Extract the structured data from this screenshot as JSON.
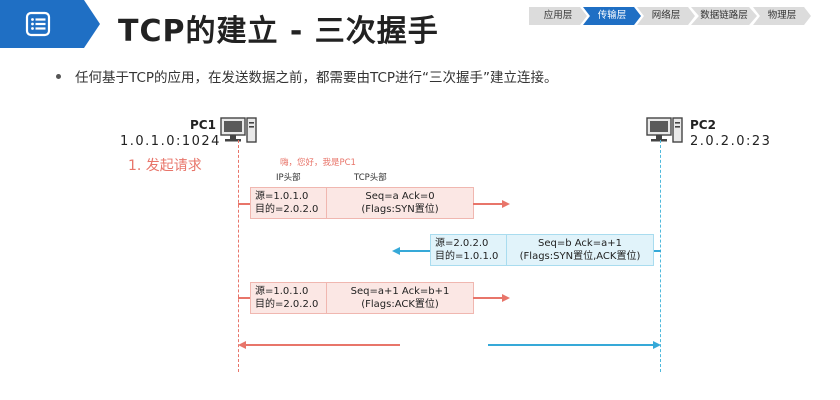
{
  "header": {
    "title": "TCP的建立 - 三次握手",
    "layers": [
      "应用层",
      "传输层",
      "网络层",
      "数据链路层",
      "物理层"
    ],
    "active_layer_index": 1
  },
  "bullet": "任何基于TCP的应用，在发送数据之前，都需要由TCP进行“三次握手”建立连接。",
  "pc1": {
    "name": "PC1",
    "address": "1.0.1.0:1024"
  },
  "pc2": {
    "name": "PC2",
    "address": "2.0.2.0:23"
  },
  "step_label": "1. 发起请求",
  "greeting": "嗨，您好，我是PC1",
  "columns": {
    "ip": "IP头部",
    "tcp": "TCP头部"
  },
  "packets": [
    {
      "ip_src": "源=1.0.1.0",
      "ip_dst": "目的=2.0.2.0",
      "tcp_seq": "Seq=a  Ack=0",
      "tcp_flags": "(Flags:SYN置位)"
    },
    {
      "ip_src": "源=2.0.2.0",
      "ip_dst": "目的=1.0.1.0",
      "tcp_seq": "Seq=b  Ack=a+1",
      "tcp_flags": "(Flags:SYN置位,ACK置位)"
    },
    {
      "ip_src": "源=1.0.1.0",
      "ip_dst": "目的=2.0.2.0",
      "tcp_seq": "Seq=a+1  Ack=b+1",
      "tcp_flags": "(Flags:ACK置位)"
    }
  ],
  "colors": {
    "brand": "#1f6fc4",
    "pc1": "#e8756a",
    "pc2": "#36a9d8"
  }
}
